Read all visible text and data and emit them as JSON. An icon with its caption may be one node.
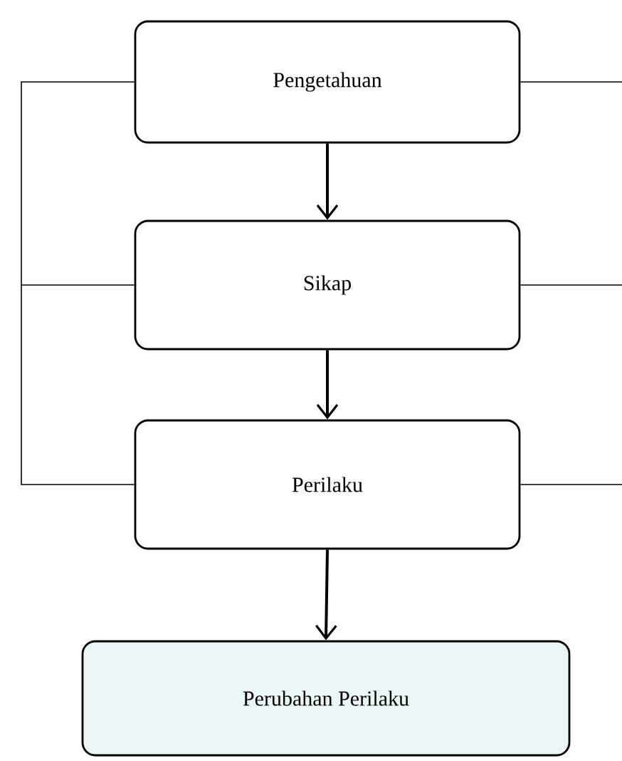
{
  "diagram": {
    "nodes": [
      {
        "text": [
          "Pengetahuan"
        ]
      },
      {
        "text": [
          "Sikap"
        ]
      },
      {
        "text": [
          "Perilaku"
        ]
      },
      {
        "text": [
          "Perubahan Perilaku"
        ]
      }
    ],
    "edges": [
      {
        "from": 0,
        "to": 1,
        "arrow": "to"
      },
      {
        "from": 1,
        "to": 2,
        "arrow": "to"
      },
      {
        "from": 2,
        "to": 3,
        "arrow": "to"
      },
      {
        "from": 0,
        "to": 1,
        "arrow": "none"
      },
      {
        "from": 0,
        "to": 2,
        "arrow": "none"
      },
      {
        "from": 0,
        "to": null,
        "arrow": "none"
      },
      {
        "from": 1,
        "to": null,
        "arrow": "none"
      },
      {
        "from": 2,
        "to": null,
        "arrow": "none"
      }
    ]
  }
}
